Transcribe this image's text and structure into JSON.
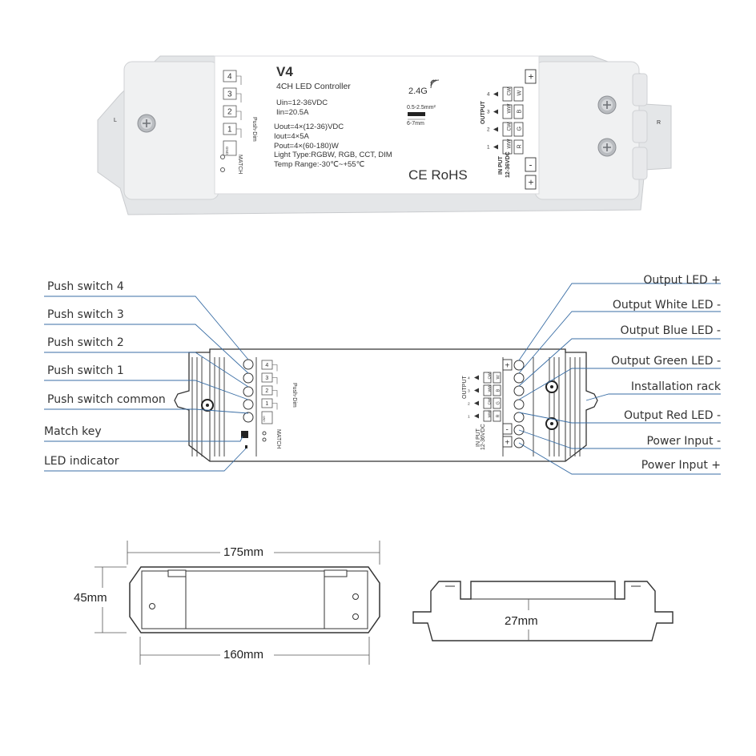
{
  "product": {
    "model": "V4",
    "name": "4CH LED Controller",
    "wireless": "2.4G",
    "uin": "Uin=12-36VDC",
    "iin": "Iin=20.5A",
    "uout": "Uout=4×(12-36)VDC",
    "iout": "Iout=4×5A",
    "pout": "Pout=4×(60-180)W",
    "light_type": "Light Type:RGBW, RGB, CCT, DIM",
    "temp": "Temp Range:-30℃~+55℃",
    "cert": "CE RoHS",
    "wire_spec": "0.5-2.5mm²",
    "strip_spec": "6-7mm",
    "push_dim": "Push-Dim",
    "match": "MATCH",
    "gnd": "GND",
    "output": "OUTPUT",
    "input": "IN PUT",
    "input_v": "12-36VDC",
    "keys": [
      "4",
      "3",
      "2",
      "1"
    ],
    "out_terms": [
      {
        "num": "4",
        "a": "CW",
        "b": "W"
      },
      {
        "num": "3",
        "a": "WW",
        "b": "B"
      },
      {
        "num": "2",
        "a": "CW",
        "b": "G"
      },
      {
        "num": "1",
        "a": "WW",
        "b": "R"
      }
    ],
    "plus": "+",
    "minus": "-",
    "side_l": "L",
    "side_r": "R"
  },
  "labels_left": [
    "Push switch 4",
    "Push switch 3",
    "Push switch 2",
    "Push switch 1",
    "Push switch common",
    "Match key",
    "LED indicator"
  ],
  "labels_right": [
    "Output LED +",
    "Output White LED -",
    "Output Blue LED -",
    "Output Green LED -",
    "Installation rack",
    "Output Red LED -",
    "Power Input -",
    "Power Input +"
  ],
  "dimensions": {
    "total_length": "175mm",
    "width": "45mm",
    "body_length": "160mm",
    "height": "27mm"
  }
}
